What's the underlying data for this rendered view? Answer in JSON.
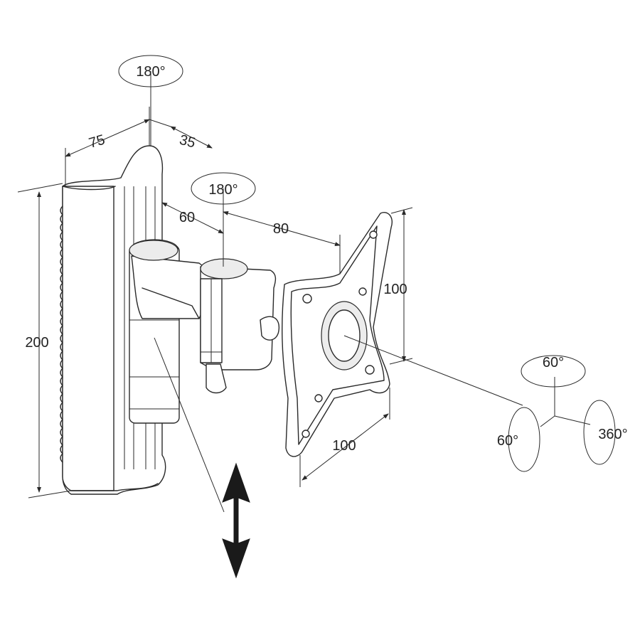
{
  "dimensions": {
    "width_75": "75",
    "depth_35": "35",
    "height_200": "200",
    "arm_60": "60",
    "arm_80": "80",
    "plate_height_100": "100",
    "plate_width_100": "100"
  },
  "rotations": {
    "top_pivot": "180°",
    "arm_pivot": "180°",
    "tilt": "60°",
    "swivel": "60°",
    "rotate": "360°"
  },
  "colors": {
    "line": "#2a2a2a",
    "fill": "#ffffff",
    "shade": "#ececec"
  },
  "icons": {
    "height_adjust": "double-arrow-vertical-icon"
  }
}
